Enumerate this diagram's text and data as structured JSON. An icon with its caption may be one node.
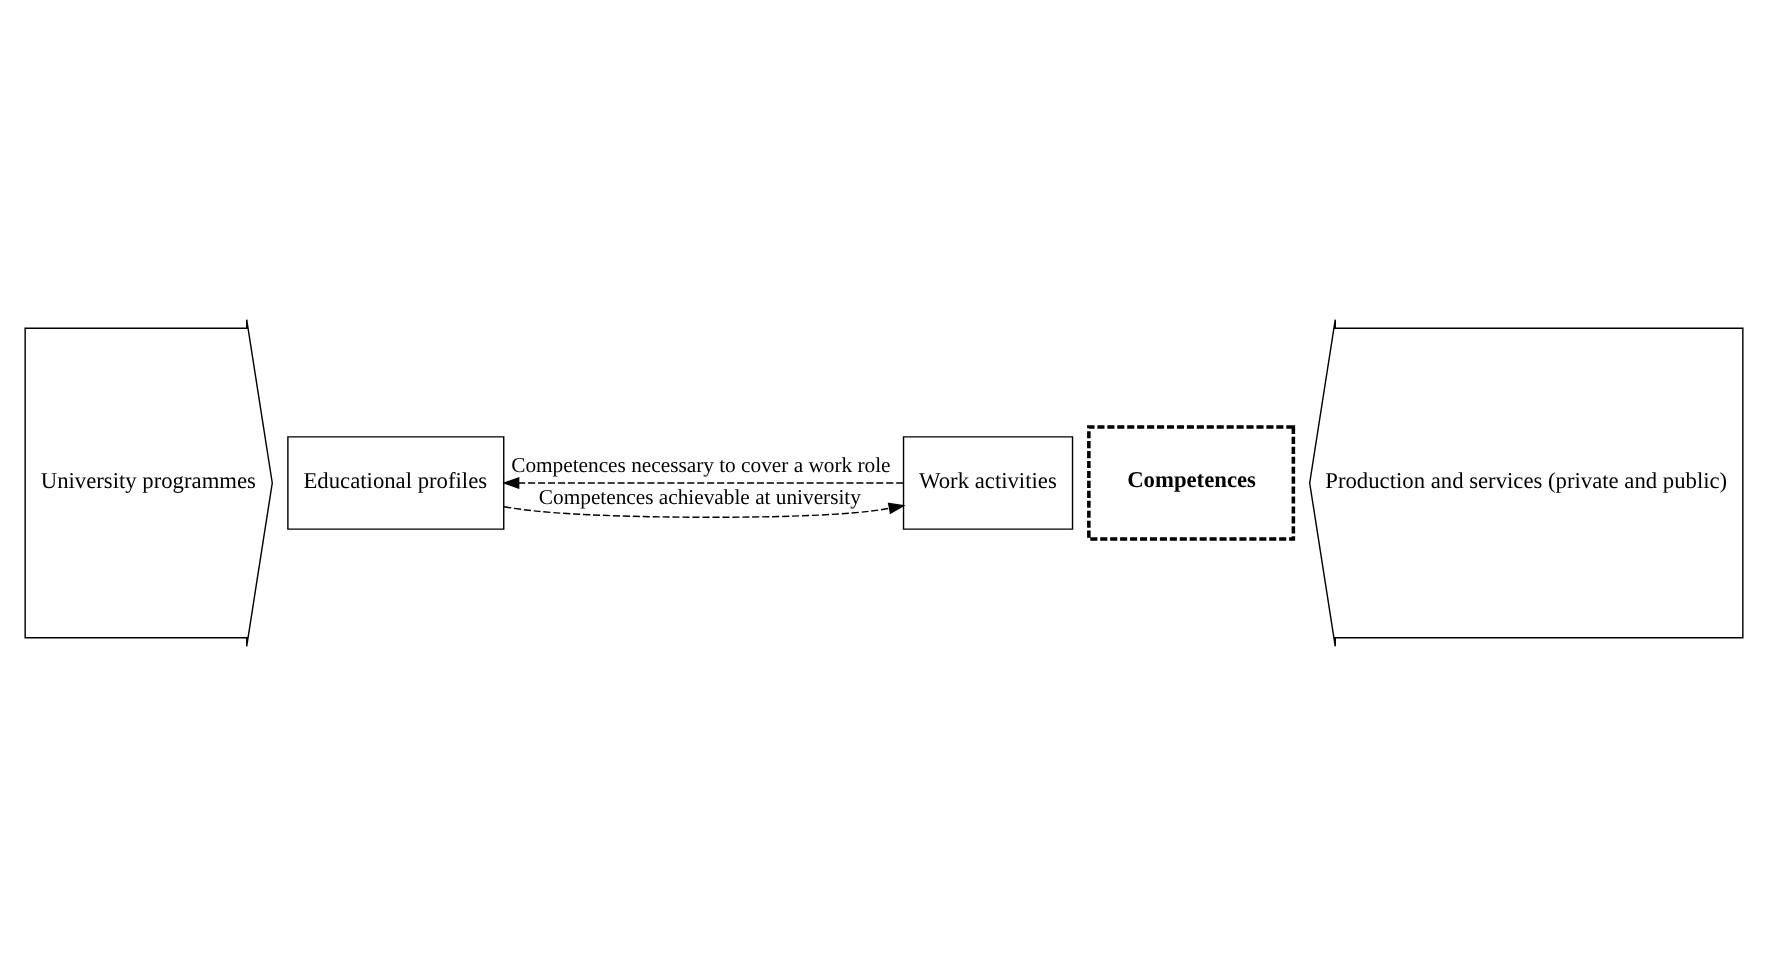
{
  "diagram": {
    "nodes": [
      {
        "text": [
          "University programmes"
        ]
      },
      {
        "text": [
          "Educational profiles"
        ]
      },
      {
        "text": [
          "Competences"
        ]
      },
      {
        "text": [
          "Work activities"
        ]
      },
      {
        "text": [
          "Production and services (private and public)"
        ]
      }
    ],
    "edges": [
      {
        "from": 3,
        "to": 1,
        "arrow": "to",
        "label": "Competences necessary to cover a work role",
        "style": "dashed"
      },
      {
        "from": 1,
        "to": 3,
        "arrow": "to",
        "label": "Competences achievable at university",
        "style": "dashed"
      }
    ]
  }
}
